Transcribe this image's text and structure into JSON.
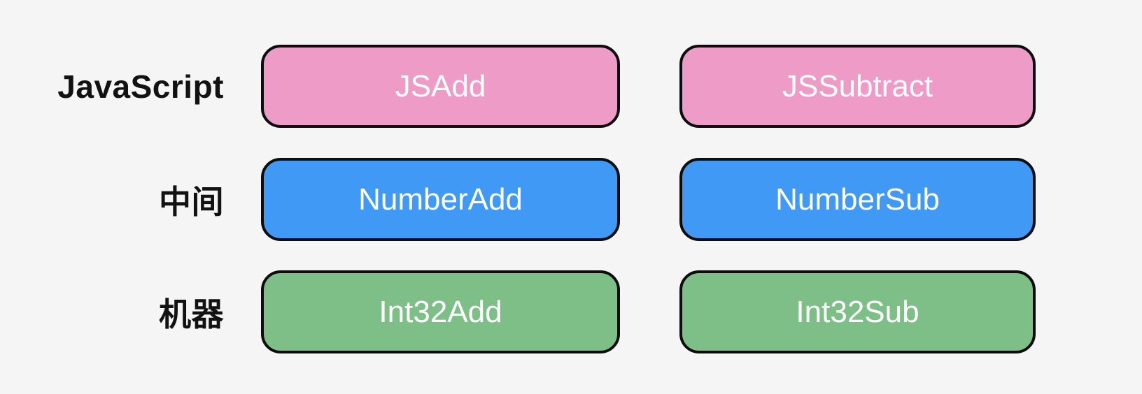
{
  "diagram": {
    "background": "#F4F5F4",
    "border_color": "#0D0D0D",
    "node_text_color": "#FFFFFF",
    "label_text_color": "#121212",
    "rows": [
      {
        "label": "JavaScript",
        "color": "#EE9BC8",
        "boxes": [
          "JSAdd",
          "JSSubtract"
        ]
      },
      {
        "label": "中间",
        "color": "#4099F5",
        "boxes": [
          "NumberAdd",
          "NumberSub"
        ]
      },
      {
        "label": "机器",
        "color": "#7EBF87",
        "boxes": [
          "Int32Add",
          "Int32Sub"
        ]
      }
    ]
  }
}
